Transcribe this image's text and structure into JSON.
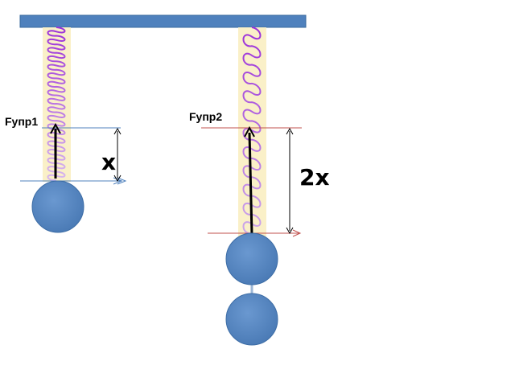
{
  "labels": {
    "force_1": "Fупр1",
    "force_2": "Fупр2",
    "extension_1": "x",
    "extension_2": "2x"
  },
  "colors": {
    "support": "#4F81BD",
    "ball": "#4F81BD",
    "spring_highlight": "#FAF0C8",
    "spring_coil": "#9B30D9",
    "spring_coil_light": "#C9A0E8",
    "reference_line_1": "#4F81BD",
    "reference_line_2": "#C0504D",
    "force_arrow": "#000000"
  }
}
